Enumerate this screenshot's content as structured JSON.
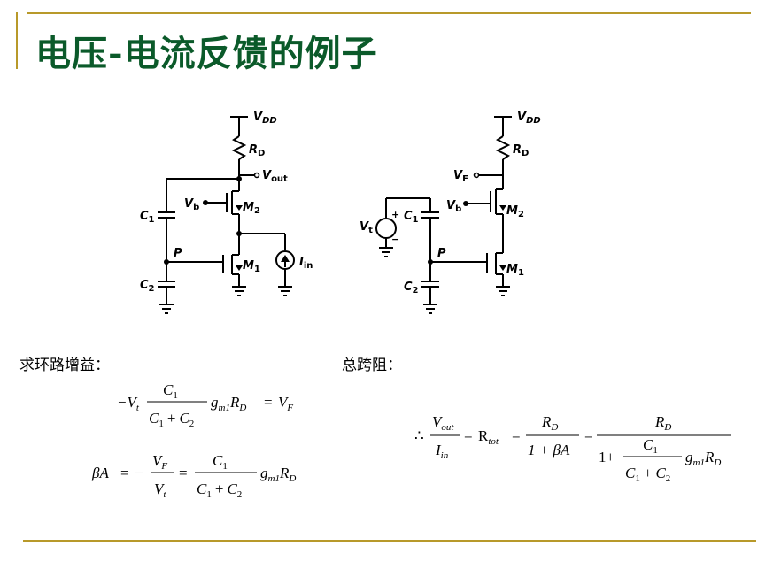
{
  "slide": {
    "title": "电压-电流反馈的例子",
    "left_label": "求环路增益：",
    "right_label": "总跨阻："
  },
  "colors": {
    "title": "#0b5a2a",
    "rule": "#b8992a"
  },
  "circuit_left": {
    "labels": {
      "vdd": "V",
      "vdd_sub": "DD",
      "rd": "R",
      "rd_sub": "D",
      "vout": "V",
      "vout_sub": "out",
      "vb": "V",
      "vb_sub": "b",
      "m2": "M",
      "m2_sub": "2",
      "m1": "M",
      "m1_sub": "1",
      "c1": "C",
      "c1_sub": "1",
      "c2": "C",
      "c2_sub": "2",
      "p": "P",
      "iin": "I",
      "iin_sub": "in"
    }
  },
  "circuit_right": {
    "labels": {
      "vdd": "V",
      "vdd_sub": "DD",
      "rd": "R",
      "rd_sub": "D",
      "vf": "V",
      "vf_sub": "F",
      "vb": "V",
      "vb_sub": "b",
      "m2": "M",
      "m2_sub": "2",
      "m1": "M",
      "m1_sub": "1",
      "c1": "C",
      "c1_sub": "1",
      "c2": "C",
      "c2_sub": "2",
      "p": "P",
      "vt": "V",
      "vt_sub": "t",
      "plus": "+",
      "minus": "−"
    }
  },
  "equations": {
    "eq1": {
      "lhs": "−V",
      "lhs_sub": "t",
      "num": "C",
      "num_sub": "1",
      "den_a": "C",
      "den_a_sub": "1",
      "den_op": "+",
      "den_b": "C",
      "den_b_sub": "2",
      "g": "g",
      "g_sub": "m1",
      "r": "R",
      "r_sub": "D",
      "eq": "=",
      "rhs": "V",
      "rhs_sub": "F"
    },
    "eq2": {
      "beta": "βA",
      "eq": "=",
      "minus": "−",
      "num1": "V",
      "num1_sub": "F",
      "den1": "V",
      "den1_sub": "t",
      "eq2": "=",
      "num2": "C",
      "num2_sub": "1",
      "den2_a": "C",
      "den2_a_sub": "1",
      "den2_op": "+",
      "den2_b": "C",
      "den2_b_sub": "2",
      "g": "g",
      "g_sub": "m1",
      "r": "R",
      "r_sub": "D"
    },
    "eq3": {
      "therefore": "∴",
      "num": "V",
      "num_sub": "out",
      "den": "I",
      "den_sub": "in",
      "eq": "=",
      "rtot": "R",
      "rtot_sub": "tot",
      "eq2": "=",
      "f1_num": "R",
      "f1_num_sub": "D",
      "f1_den": "1 + βA",
      "eq3": "=",
      "f2_num": "R",
      "f2_num_sub": "D",
      "f2_den_one": "1+",
      "f2_inner_num": "C",
      "f2_inner_num_sub": "1",
      "f2_inner_den_a": "C",
      "f2_inner_den_a_sub": "1",
      "f2_inner_den_op": "+",
      "f2_inner_den_b": "C",
      "f2_inner_den_b_sub": "2",
      "g": "g",
      "g_sub": "m1",
      "r": "R",
      "r_sub": "D"
    }
  }
}
